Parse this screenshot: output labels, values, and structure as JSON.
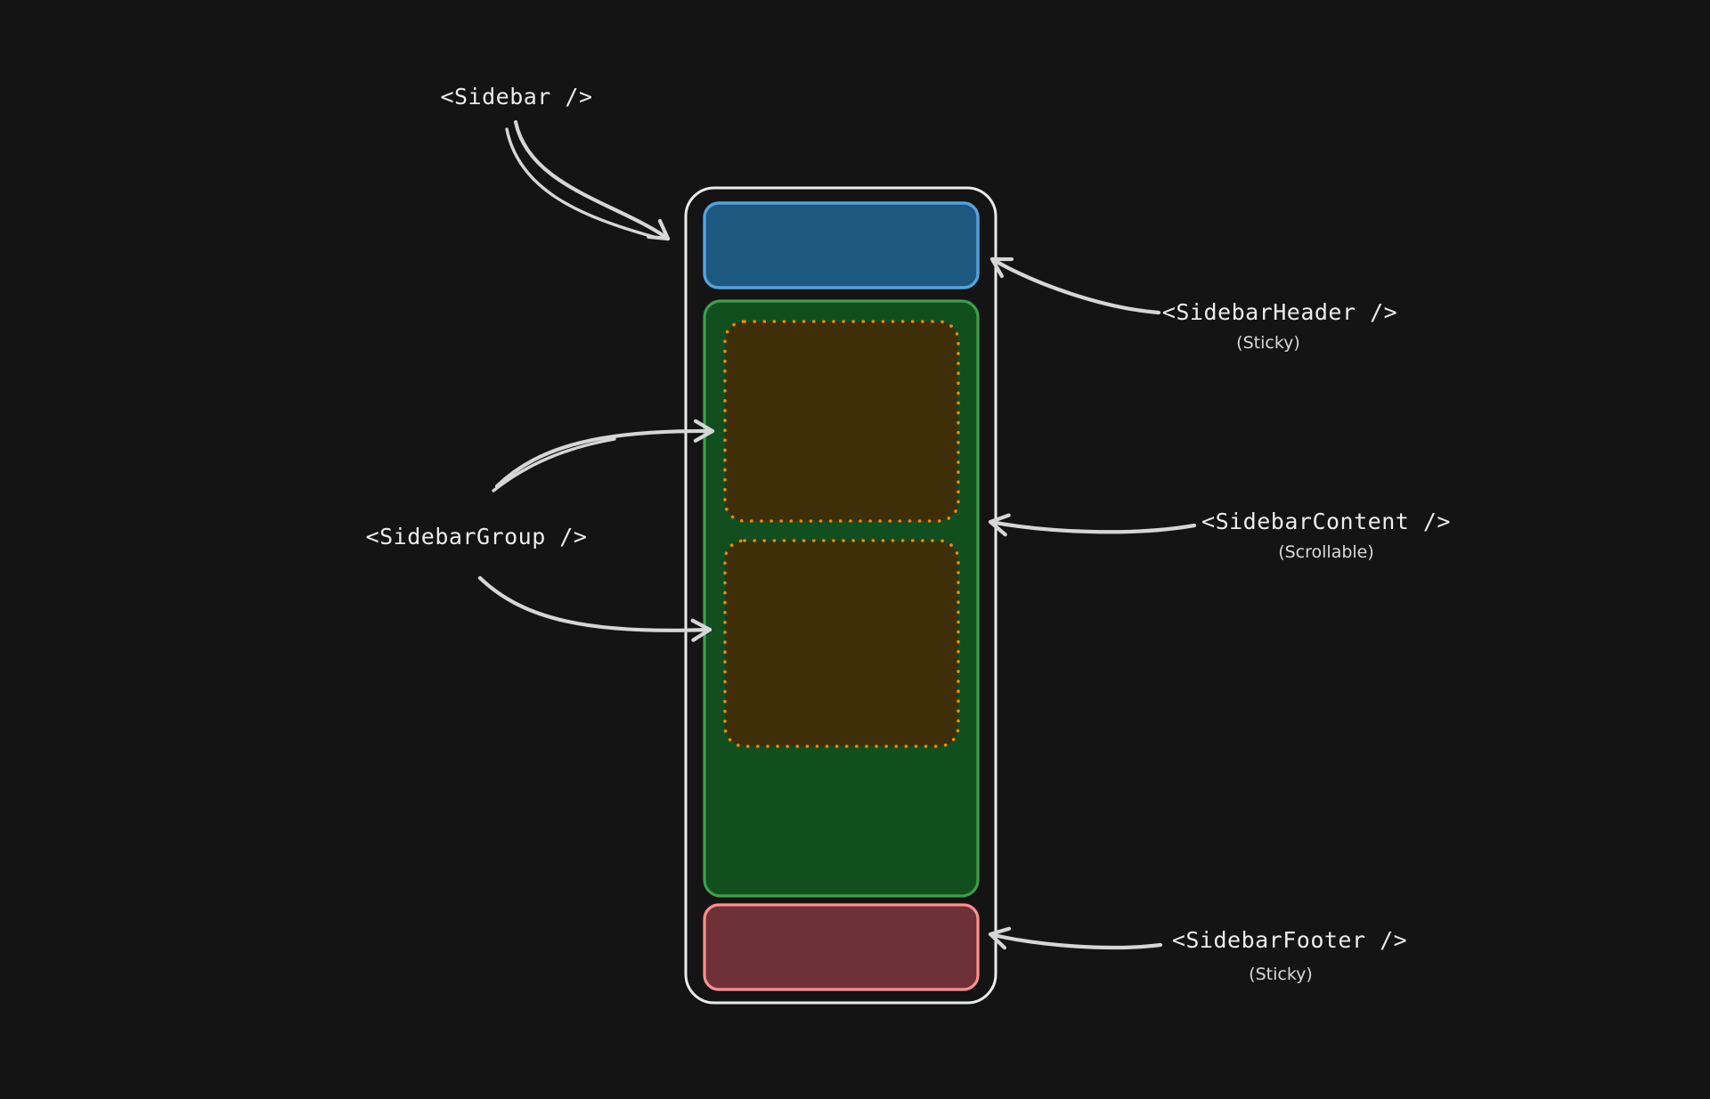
{
  "canvas": {
    "background": "#141414"
  },
  "labels": {
    "sidebar": "<Sidebar />",
    "header": "<SidebarHeader />",
    "header_sub": "(Sticky)",
    "group": "<SidebarGroup />",
    "content": "<SidebarContent />",
    "content_sub": "(Scrollable)",
    "footer": "<SidebarFooter />",
    "footer_sub": "(Sticky)"
  },
  "colors": {
    "text": "#ececec",
    "subtext": "#d9d9d9",
    "arrow": "#d6d6d6",
    "container_stroke": "#ebebeb",
    "header_fill": "#1d5880",
    "header_stroke": "#54a3dd",
    "content_fill": "#124f1f",
    "content_stroke": "#3e9e4d",
    "group_fill": "#3f2f08",
    "group_stroke": "#e58b0e",
    "footer_fill": "#6e3138",
    "footer_stroke": "#ff8f8f"
  }
}
